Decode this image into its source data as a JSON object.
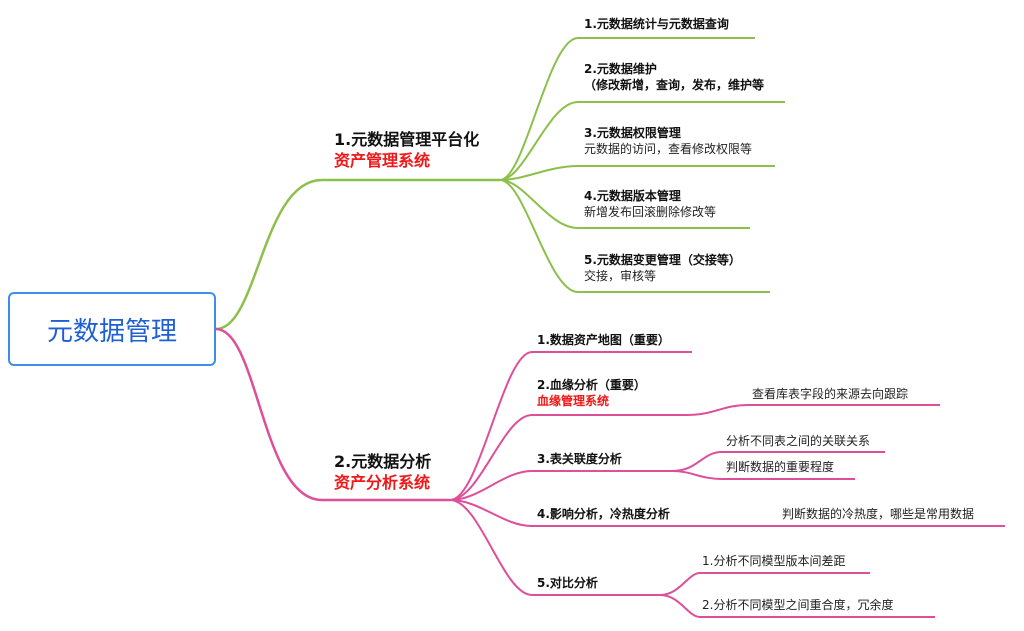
{
  "root": {
    "label": "元数据管理"
  },
  "colors": {
    "green": "#8cc04a",
    "pink": "#de4f9a",
    "root_border": "#3d8ee8",
    "root_text": "#1e5fd6",
    "highlight": "#f01818"
  },
  "branch1": {
    "title": "1.元数据管理平台化",
    "subtitle": "资产管理系统",
    "children": [
      {
        "title": "1.元数据统计与元数据查询",
        "note": ""
      },
      {
        "title": "2.元数据维护",
        "note": "（修改新增，查询，发布，维护等"
      },
      {
        "title": "3.元数据权限管理",
        "note": "元数据的访问，查看修改权限等"
      },
      {
        "title": "4.元数据版本管理",
        "note": "新增发布回滚删除修改等"
      },
      {
        "title": "5.元数据变更管理（交接等）",
        "note": "交接，审核等"
      }
    ]
  },
  "branch2": {
    "title": "2.元数据分析",
    "subtitle": "资产分析系统",
    "children": [
      {
        "title": "1.数据资产地图（重要）",
        "highlight": "",
        "details": []
      },
      {
        "title": "2.血缘分析（重要）",
        "highlight": "血缘管理系统",
        "details": [
          "查看库表字段的来源去向跟踪"
        ]
      },
      {
        "title": "3.表关联度分析",
        "highlight": "",
        "details": [
          "分析不同表之间的关联关系",
          "判断数据的重要程度"
        ]
      },
      {
        "title": "4.影响分析，冷热度分析",
        "highlight": "",
        "details": [
          "判断数据的冷热度，哪些是常用数据"
        ]
      },
      {
        "title": "5.对比分析",
        "highlight": "",
        "details": [
          "1.分析不同模型版本间差距",
          "2.分析不同模型之间重合度，冗余度"
        ]
      }
    ]
  }
}
